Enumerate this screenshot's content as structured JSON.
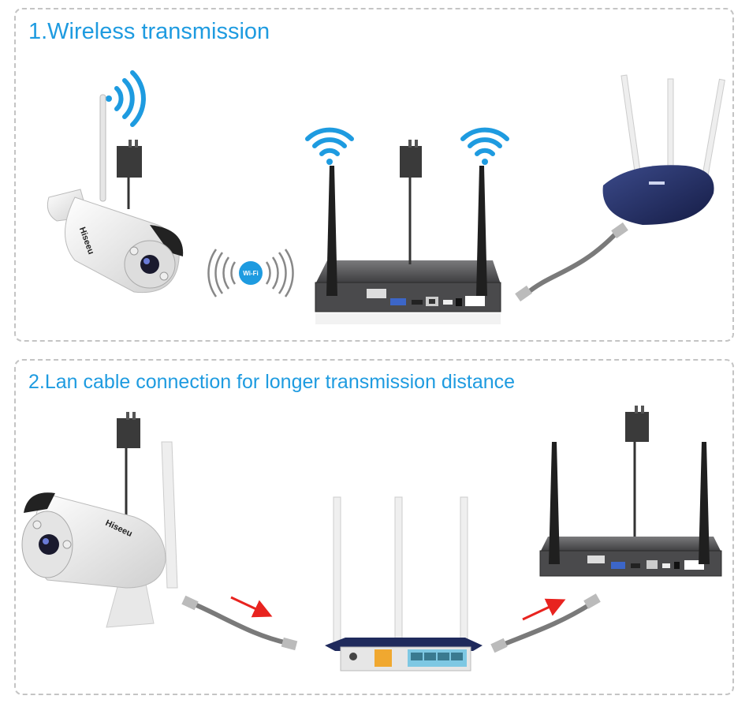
{
  "section1": {
    "title": "1.Wireless transmission",
    "wifi_badge": "Wi-Fi",
    "camera_logo": "Hiseeu"
  },
  "section2": {
    "title": "2.Lan cable connection for longer transmission distance",
    "camera_logo": "Hiseeu"
  },
  "colors": {
    "accent": "#1e9be0",
    "arrow": "#e8231f",
    "router_navy": "#1f2a5c",
    "nvr": "#3d3d3f",
    "lan_port": "#7ec8e3",
    "wan_port": "#f0a830"
  }
}
